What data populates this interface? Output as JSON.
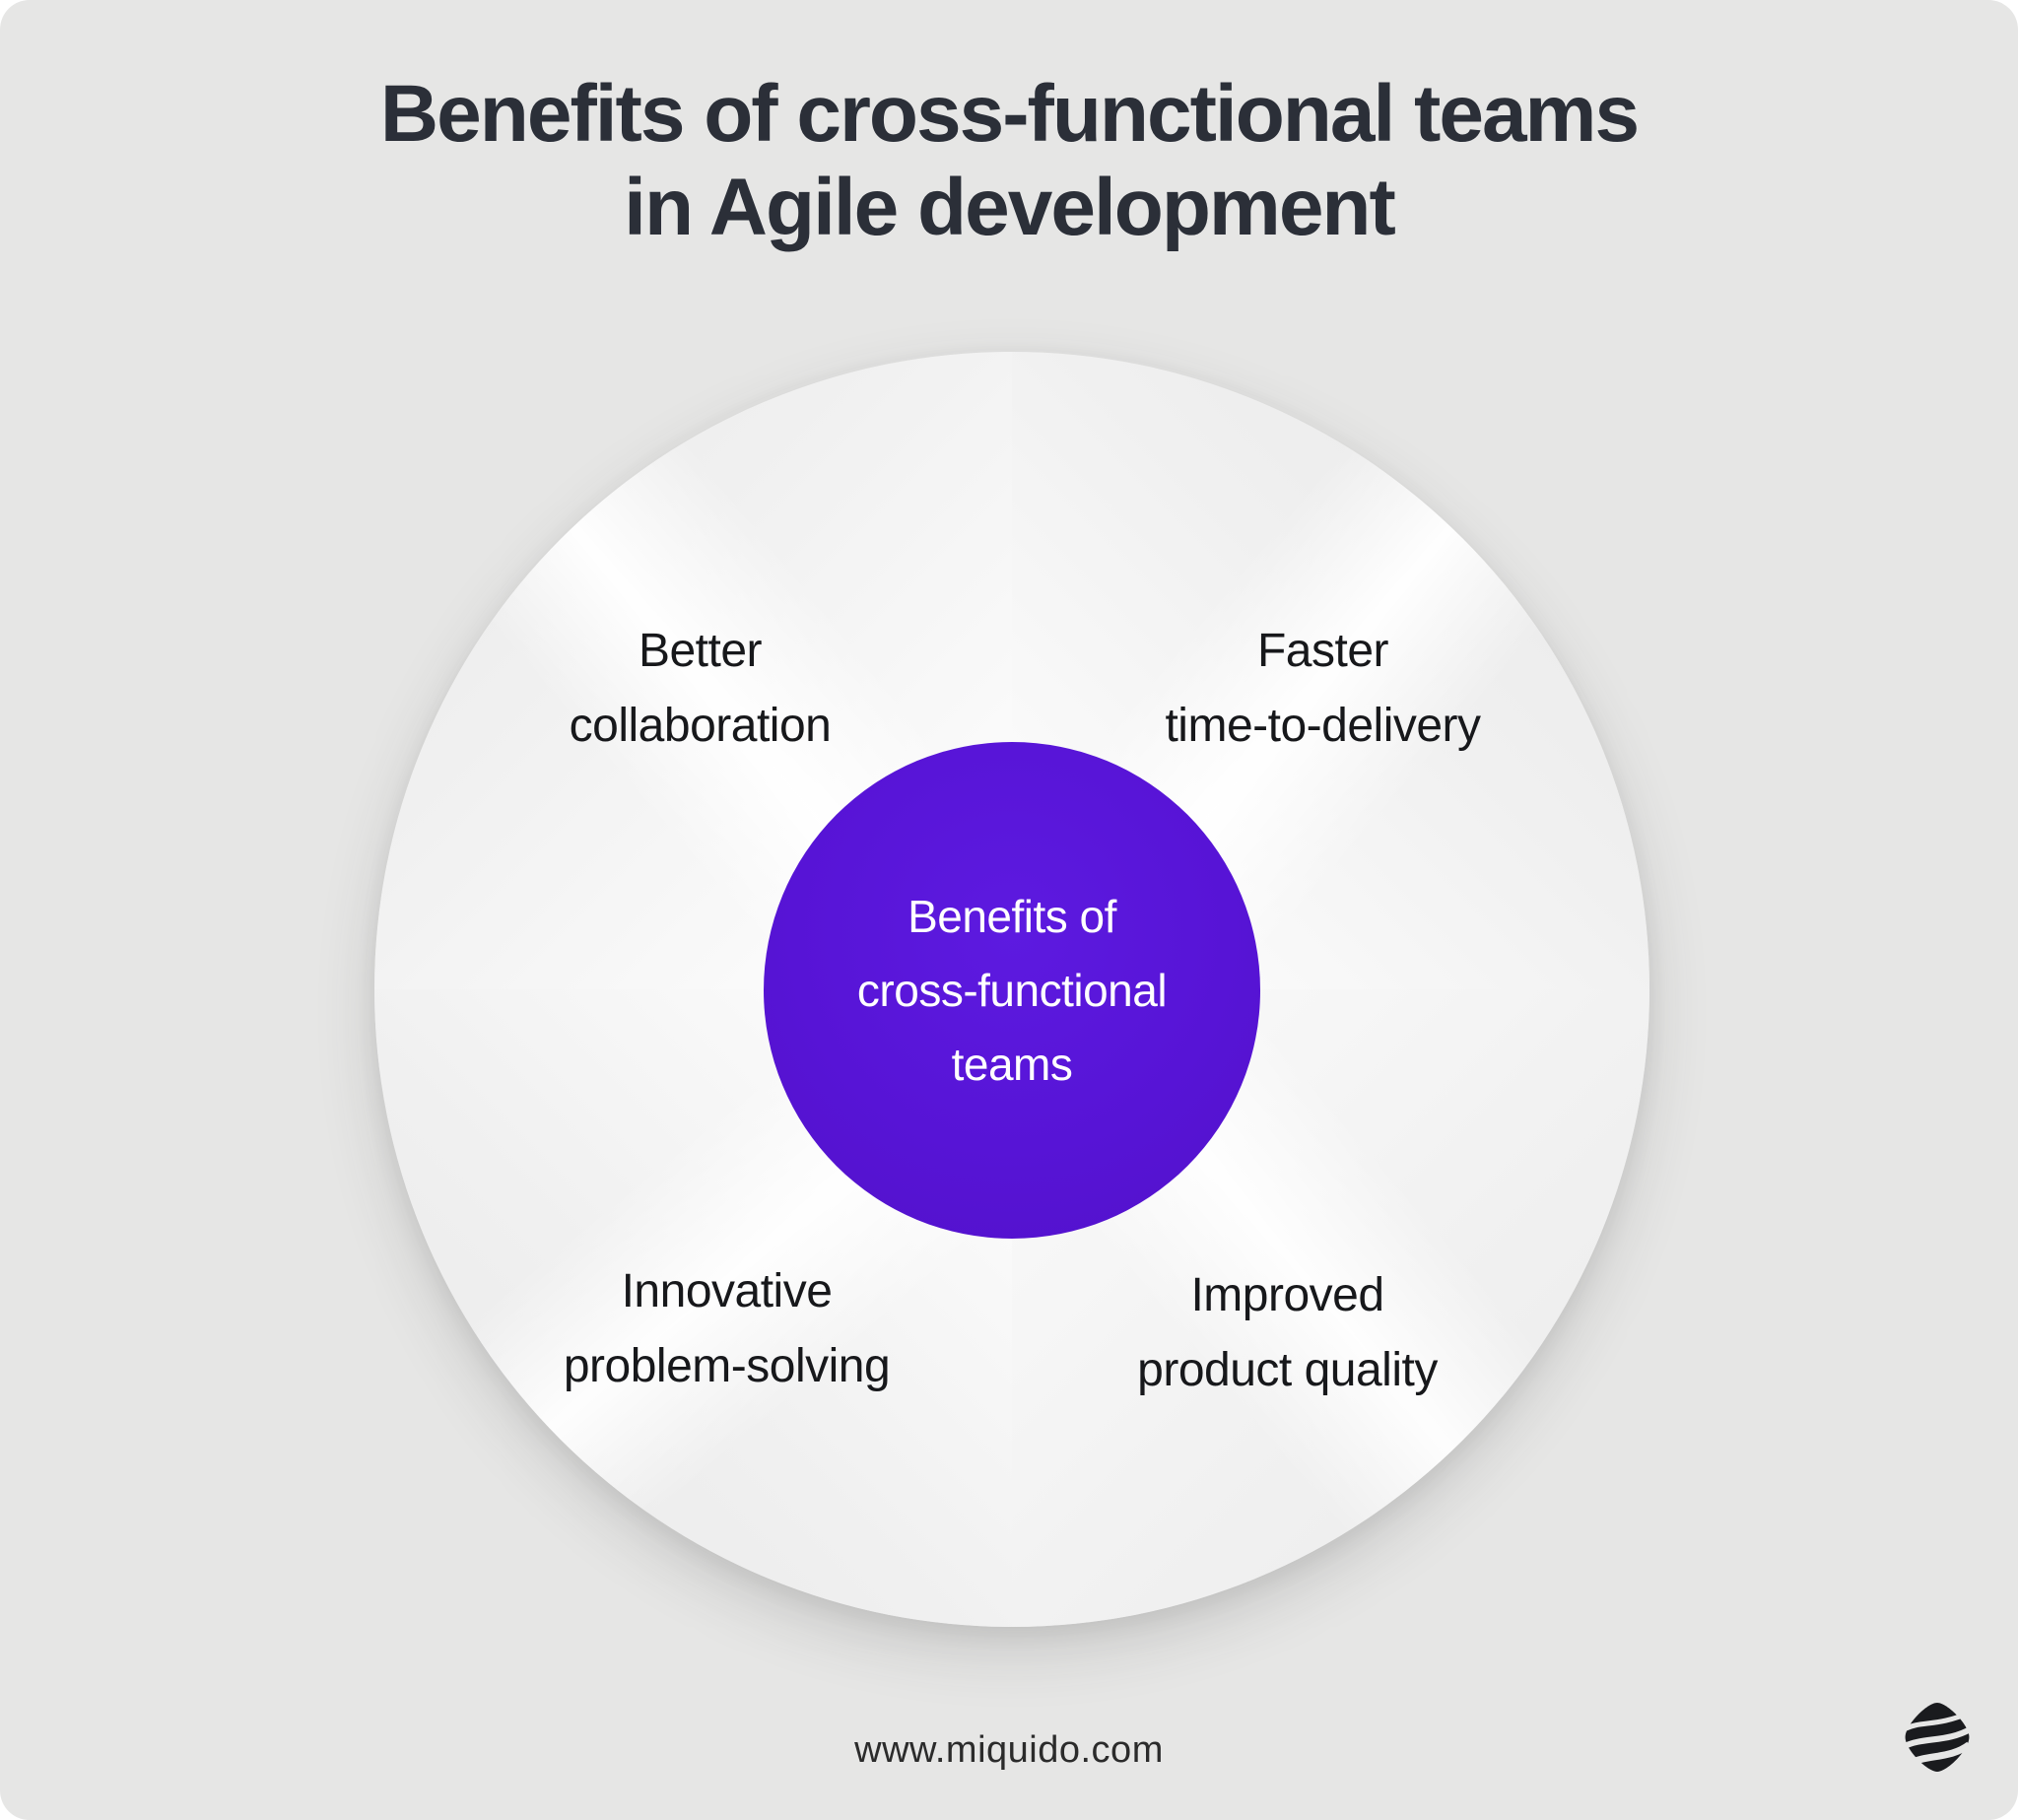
{
  "header": {
    "title_line1": "Benefits of cross-functional teams",
    "title_line2": "in Agile development"
  },
  "wheel": {
    "center": {
      "line1": "Benefits of",
      "line2": "cross-functional",
      "line3": "teams"
    },
    "quadrants": [
      {
        "position": "top-left",
        "label_line1": "Better",
        "label_line2": "collaboration"
      },
      {
        "position": "top-right",
        "label_line1": "Faster",
        "label_line2": "time-to-delivery"
      },
      {
        "position": "bottom-left",
        "label_line1": "Innovative",
        "label_line2": "problem-solving"
      },
      {
        "position": "bottom-right",
        "label_line1": "Improved",
        "label_line2": "product quality"
      }
    ]
  },
  "footer": {
    "website": "www.miquido.com",
    "logo_icon": "miquido-logo"
  },
  "colors": {
    "card_background": "#e6e6e5",
    "accent_purple": "#5714d6",
    "title_text": "#2b2f38",
    "label_text": "#17181b",
    "center_text": "#ffffff",
    "logo_color": "#1a1b1e"
  }
}
